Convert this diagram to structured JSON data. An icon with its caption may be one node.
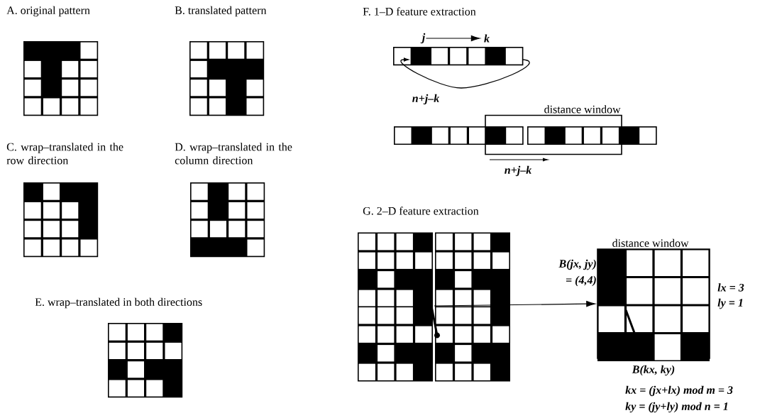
{
  "diagram": {
    "nodes": [
      {
        "text": [
          "j"
        ]
      },
      {
        "text": [
          "k"
        ]
      },
      {
        "text": [
          "distance window"
        ]
      },
      {
        "text": [],
        "shape": "picture"
      },
      {
        "text": [
          "distance window"
        ]
      }
    ],
    "edges": [
      {
        "from": 0,
        "to": 1,
        "arrow": "to"
      },
      {
        "from": 3,
        "to": 4,
        "arrow": "to"
      }
    ],
    "labels": [
      "A. original pattern",
      "B. translated pattern",
      "C. wrap–translated in the row direction",
      "D. wrap–translated in the column direction",
      "E. wrap–translated in both directions",
      "F. 1–D feature extraction",
      "n+j–k",
      "n+j–k",
      "G. 2–D feature extraction",
      "B(jx, jy)",
      "= (4,4)",
      "lx = 3",
      "ly = 1",
      "B(kx, ky)",
      "kx = (jx+lx) mod m = 3",
      "ky = (jy+ly) mod n = 1"
    ]
  }
}
